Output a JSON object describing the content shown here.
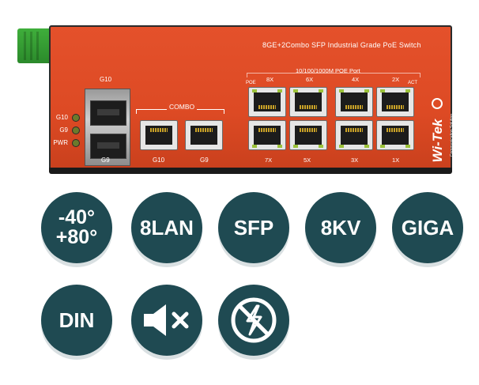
{
  "device": {
    "title": "8GE+2Combo SFP Industrial Grade PoE Switch",
    "poe_port_title": "10/100/1000M  POE Port",
    "poe_small": "POE",
    "act_small": "ACT",
    "sfp": {
      "top_label": "G10",
      "bottom_label": "G9"
    },
    "leds": [
      {
        "label": "G10"
      },
      {
        "label": "G9"
      },
      {
        "label": "PWR"
      }
    ],
    "combo": {
      "label": "COMBO",
      "ports": [
        {
          "label": "G10"
        },
        {
          "label": "G9"
        }
      ]
    },
    "poe_top_labels": [
      "8X",
      "6X",
      "4X",
      "2X"
    ],
    "poe_bottom_labels": [
      "7X",
      "5X",
      "3X",
      "1X"
    ],
    "brand": {
      "name": "Wi-Tek",
      "sub": "Communication Solution"
    }
  },
  "badges": [
    {
      "id": "temperature",
      "text": "-40°\n+80°"
    },
    {
      "id": "lan",
      "text": "8LAN"
    },
    {
      "id": "sfp",
      "text": "SFP"
    },
    {
      "id": "surge",
      "text": "8KV"
    },
    {
      "id": "giga",
      "text": "GIGA"
    },
    {
      "id": "din",
      "text": "DIN"
    },
    {
      "id": "fanless",
      "icon": "speaker-muted-icon"
    },
    {
      "id": "lightning",
      "icon": "lightning-protection-icon"
    }
  ],
  "colors": {
    "device_orange": "#e04d27",
    "badge_teal": "#1f4a52",
    "din_green": "#3fae3b",
    "led_green": "#9bc23a"
  }
}
